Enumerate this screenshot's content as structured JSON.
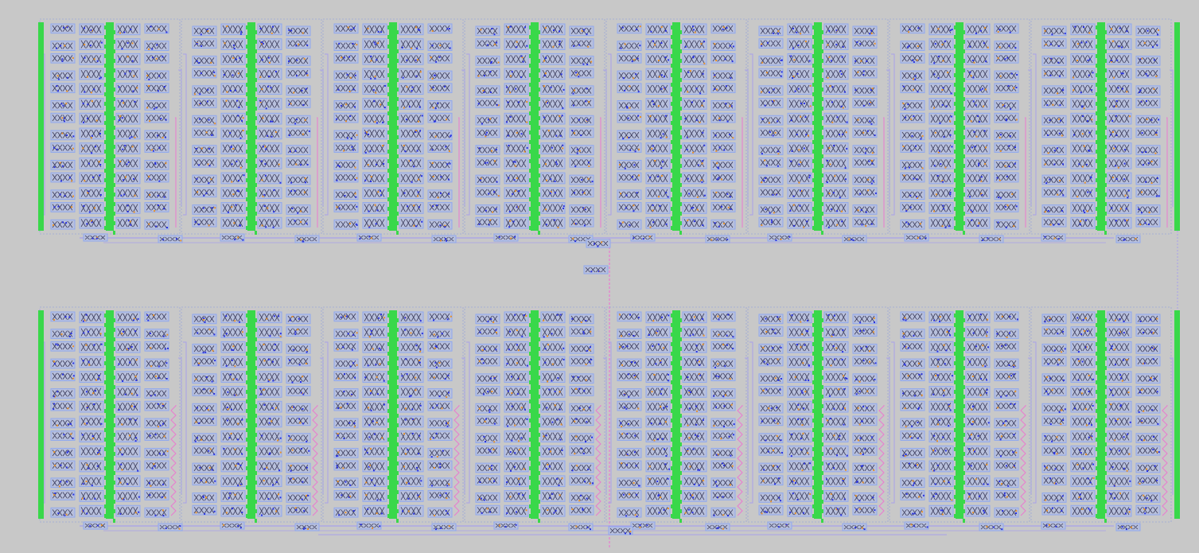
{
  "canvas": {
    "background": "#c8c8c8"
  },
  "palette": {
    "cell_outline": "#8fa8ef",
    "cell_fill": "#b8c0dc",
    "route_lilac": "#a9a0ea",
    "route_pink": "#ea7ad0",
    "power_green": "#39d84a",
    "contact_blue": "#2a33e0",
    "via_orange": "#e8922a",
    "glyph_dark": "#3a3a5a",
    "outline_thin": "#9aa6d8"
  },
  "layout": {
    "banks": 2,
    "columns_per_bank": 8,
    "rows_per_column": 14,
    "mux_cells_per_bank": 16
  },
  "icons": {
    "power_rail": "vertical-power-rail-icon",
    "clock_route": "clock-route-icon",
    "buffer_cell": "buffer-cell-icon"
  }
}
